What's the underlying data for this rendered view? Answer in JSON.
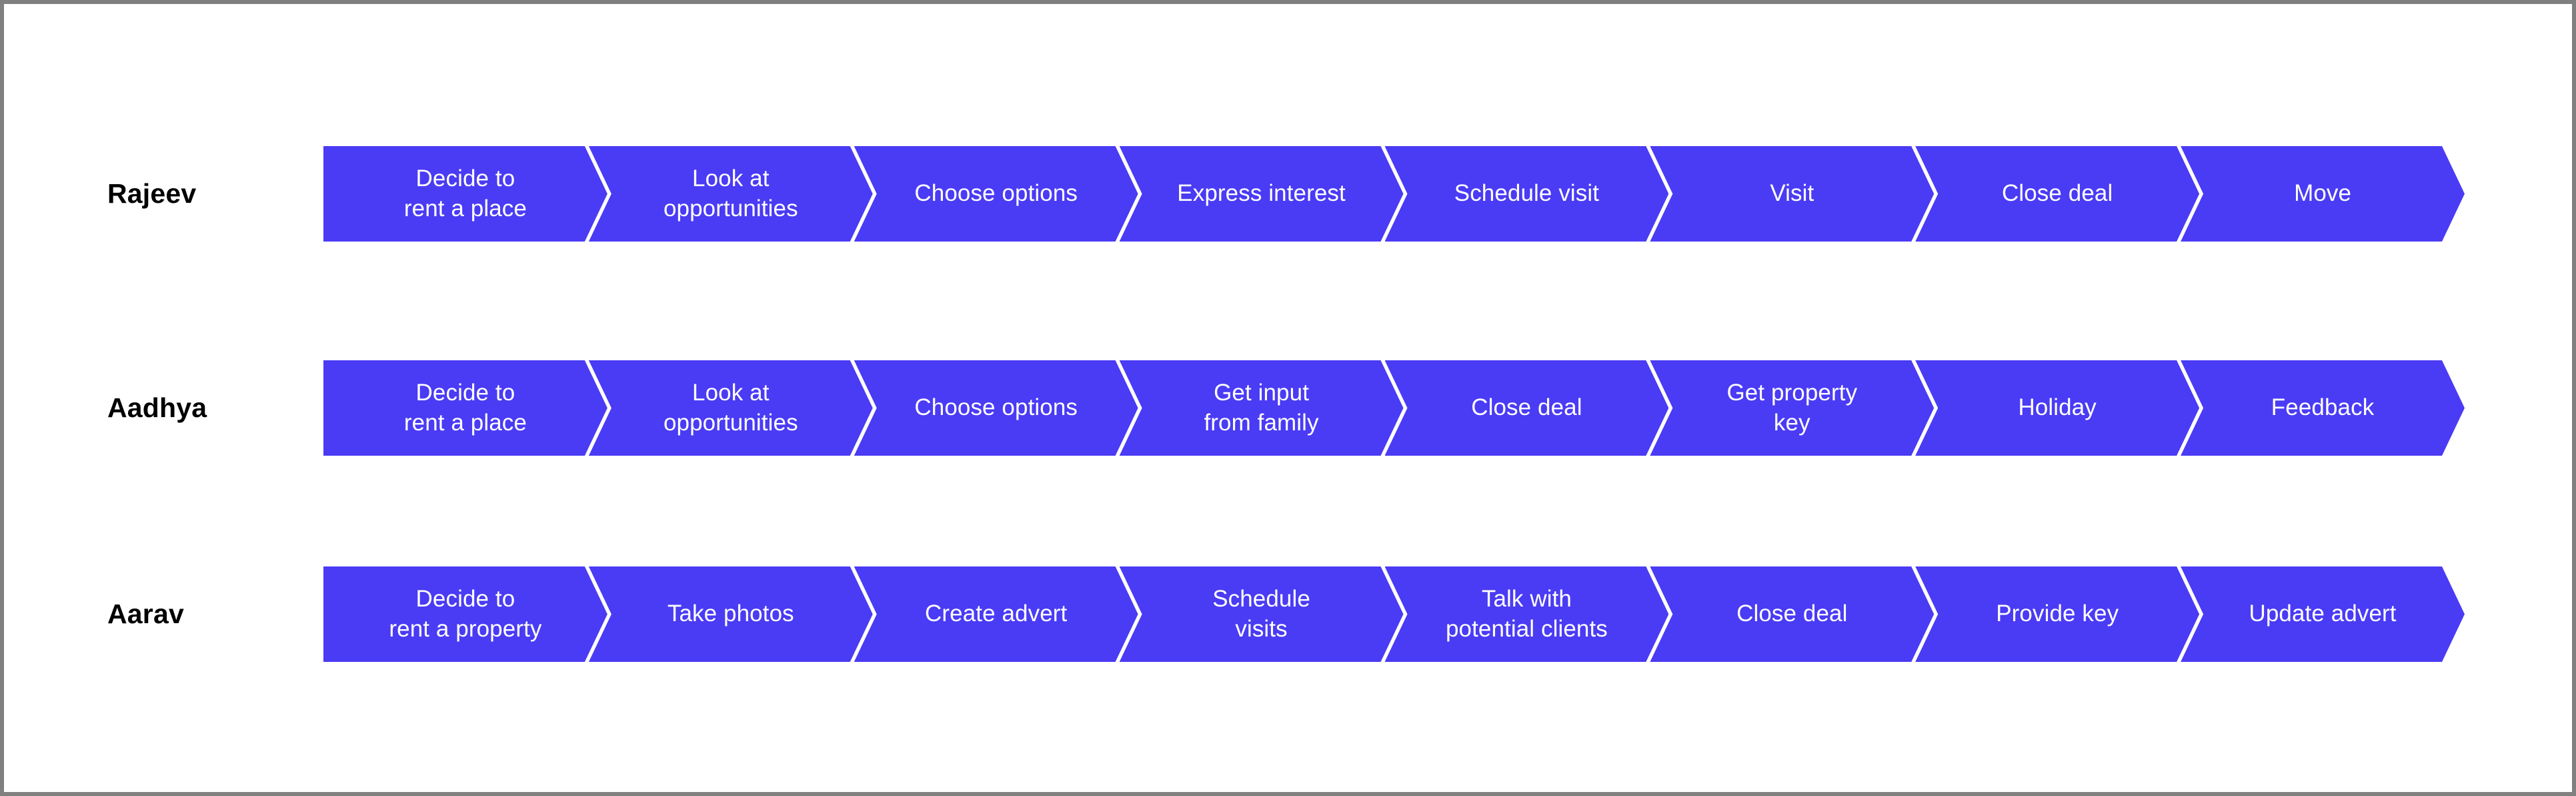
{
  "diagram": {
    "type": "customer-journey-chevron-map",
    "background_color": "#ffffff",
    "border_color": "#808080",
    "accent_color": "#4a3bf5",
    "label_color": "#000000",
    "chevron_text_color": "#ffffff",
    "rows": [
      {
        "persona": "Rajeev",
        "steps": [
          "Decide to\nrent a place",
          "Look at\nopportunities",
          "Choose options",
          "Express interest",
          "Schedule visit",
          "Visit",
          "Close deal",
          "Move"
        ]
      },
      {
        "persona": "Aadhya",
        "steps": [
          "Decide to\nrent a place",
          "Look at\nopportunities",
          "Choose options",
          "Get input\nfrom family",
          "Close deal",
          "Get property\nkey",
          "Holiday",
          "Feedback"
        ]
      },
      {
        "persona": "Aarav",
        "steps": [
          "Decide to\nrent a property",
          "Take photos",
          "Create advert",
          "Schedule\nvisits",
          "Talk with\npotential clients",
          "Close deal",
          "Provide key",
          "Update advert"
        ]
      }
    ]
  }
}
